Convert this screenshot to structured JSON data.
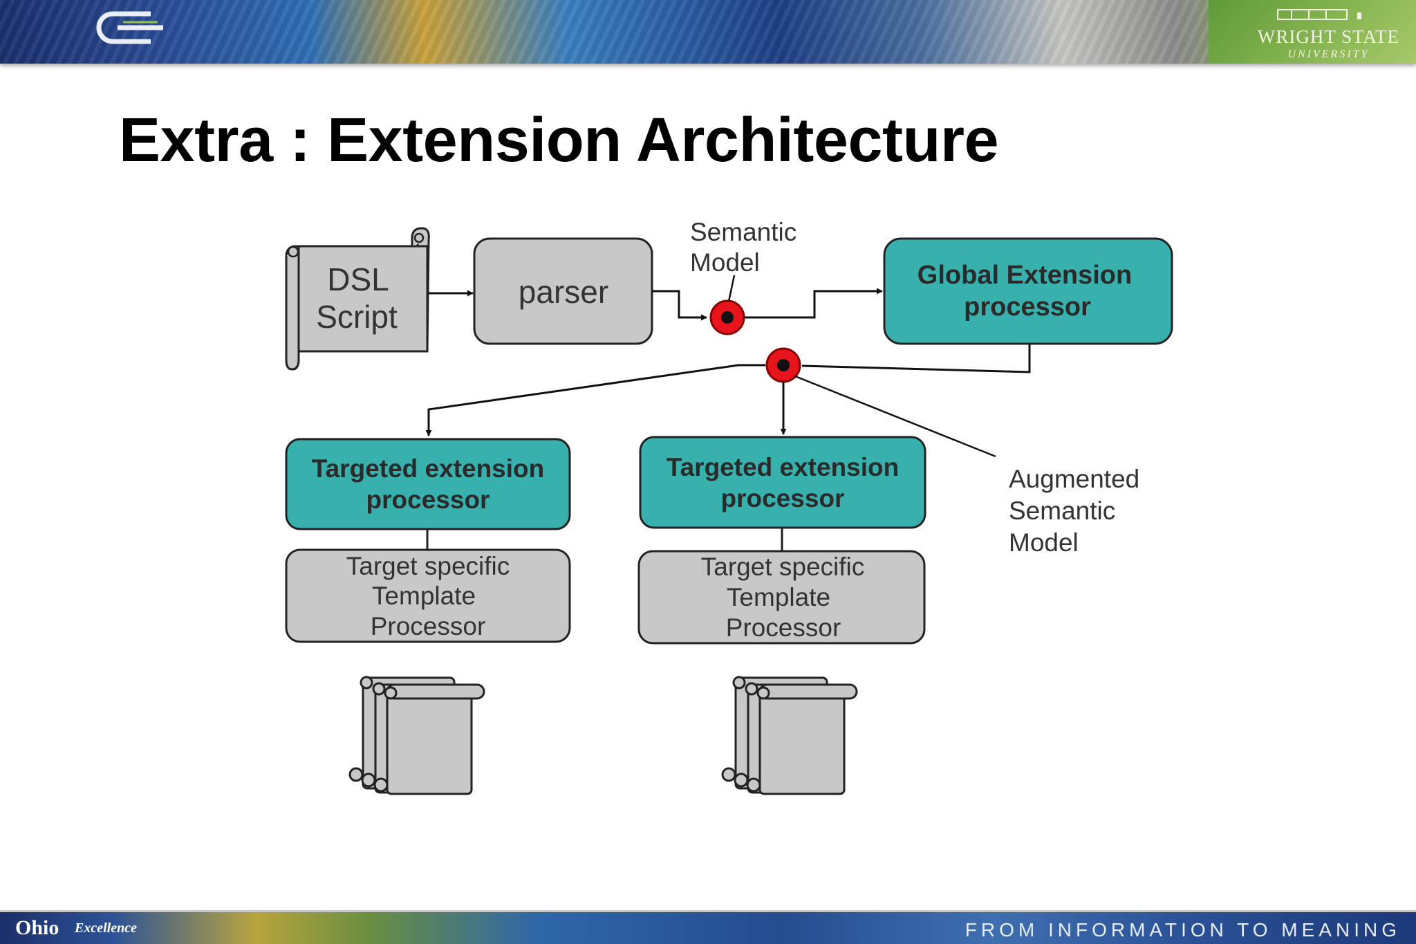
{
  "slide": {
    "title": "Extra : Extension Architecture"
  },
  "header": {
    "left_logo": "e-logo",
    "university_name": "WRIGHT STATE",
    "university_sub": "UNIVERSITY"
  },
  "diagram": {
    "dsl_script": {
      "line1": "DSL",
      "line2": "Script"
    },
    "parser": "parser",
    "semantic_model_label": {
      "line1": "Semantic",
      "line2": "Model"
    },
    "global_extension_processor": {
      "line1": "Global Extension",
      "line2": "processor"
    },
    "augmented_label": {
      "line1": "Augmented",
      "line2": "Semantic",
      "line3": "Model"
    },
    "targeted_processor_left": {
      "line1": "Targeted extension",
      "line2": "processor"
    },
    "targeted_processor_right": {
      "line1": "Targeted extension",
      "line2": "processor"
    },
    "template_processor_left": {
      "line1": "Target specific",
      "line2": "Template",
      "line3": "Processor"
    },
    "template_processor_right": {
      "line1": "Target specific",
      "line2": "Template",
      "line3": "Processor"
    },
    "colors": {
      "teal_box": "#38b1ae",
      "gray_box": "#c8c8c8",
      "node_red": "#e8141b",
      "stroke": "#222222"
    }
  },
  "footer": {
    "org": "Ohio",
    "org_sub": "Excellence",
    "tagline": "FROM INFORMATION TO MEANING"
  }
}
